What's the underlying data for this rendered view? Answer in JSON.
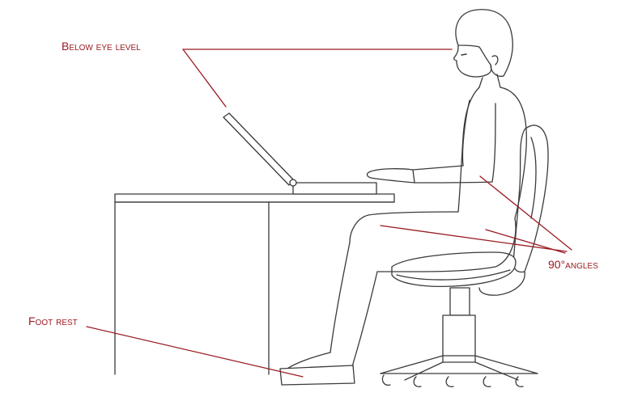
{
  "labels": {
    "eye_level": "Below eye level",
    "angles_number": "90°",
    "angles_word": "angles",
    "foot_rest": "Foot rest"
  },
  "colors": {
    "line_art": "#3a3a3a",
    "callout": "#9a1b22",
    "background": "#ffffff"
  }
}
